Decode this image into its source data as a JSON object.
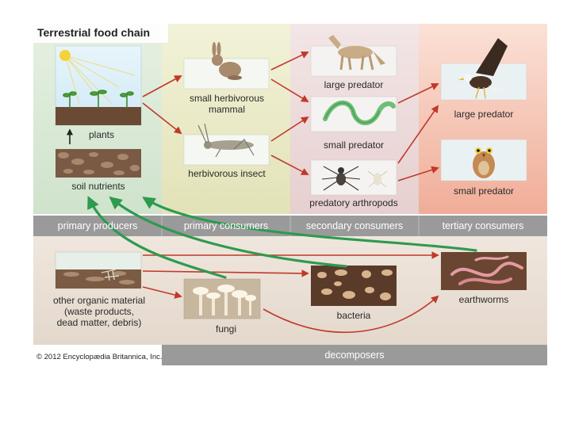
{
  "title": "Terrestrial food chain",
  "colors": {
    "arrow_red": "#c0392b",
    "arrow_green": "#2e9a4e",
    "band_gray": "#9a9a9a",
    "col_producers": "#dcebd8",
    "col_primary": "#ececc8",
    "col_secondary": "#ecdada",
    "col_tertiary": "#f2c6b6",
    "decomposer_bg": "#ece2d8"
  },
  "nodes": {
    "plants": "plants",
    "soil_nutrients": "soil nutrients",
    "small_herbivorous_mammal": [
      "small herbivorous",
      "mammal"
    ],
    "herbivorous_insect": "herbivorous insect",
    "large_predator_coyote": "large predator",
    "small_predator_snake": "small predator",
    "predatory_arthropods": "predatory arthropods",
    "large_predator_eagle": "large predator",
    "small_predator_owl": "small predator",
    "other_organic_material": [
      "other organic material",
      "(waste products,",
      "dead matter, debris)"
    ],
    "fungi": "fungi",
    "bacteria": "bacteria",
    "earthworms": "earthworms"
  },
  "bands": {
    "primary_producers": "primary producers",
    "primary_consumers": "primary consumers",
    "secondary_consumers": "secondary consumers",
    "tertiary_consumers": "tertiary consumers",
    "decomposers": "decomposers"
  },
  "copyright": "© 2012 Encyclopædia Britannica, Inc."
}
